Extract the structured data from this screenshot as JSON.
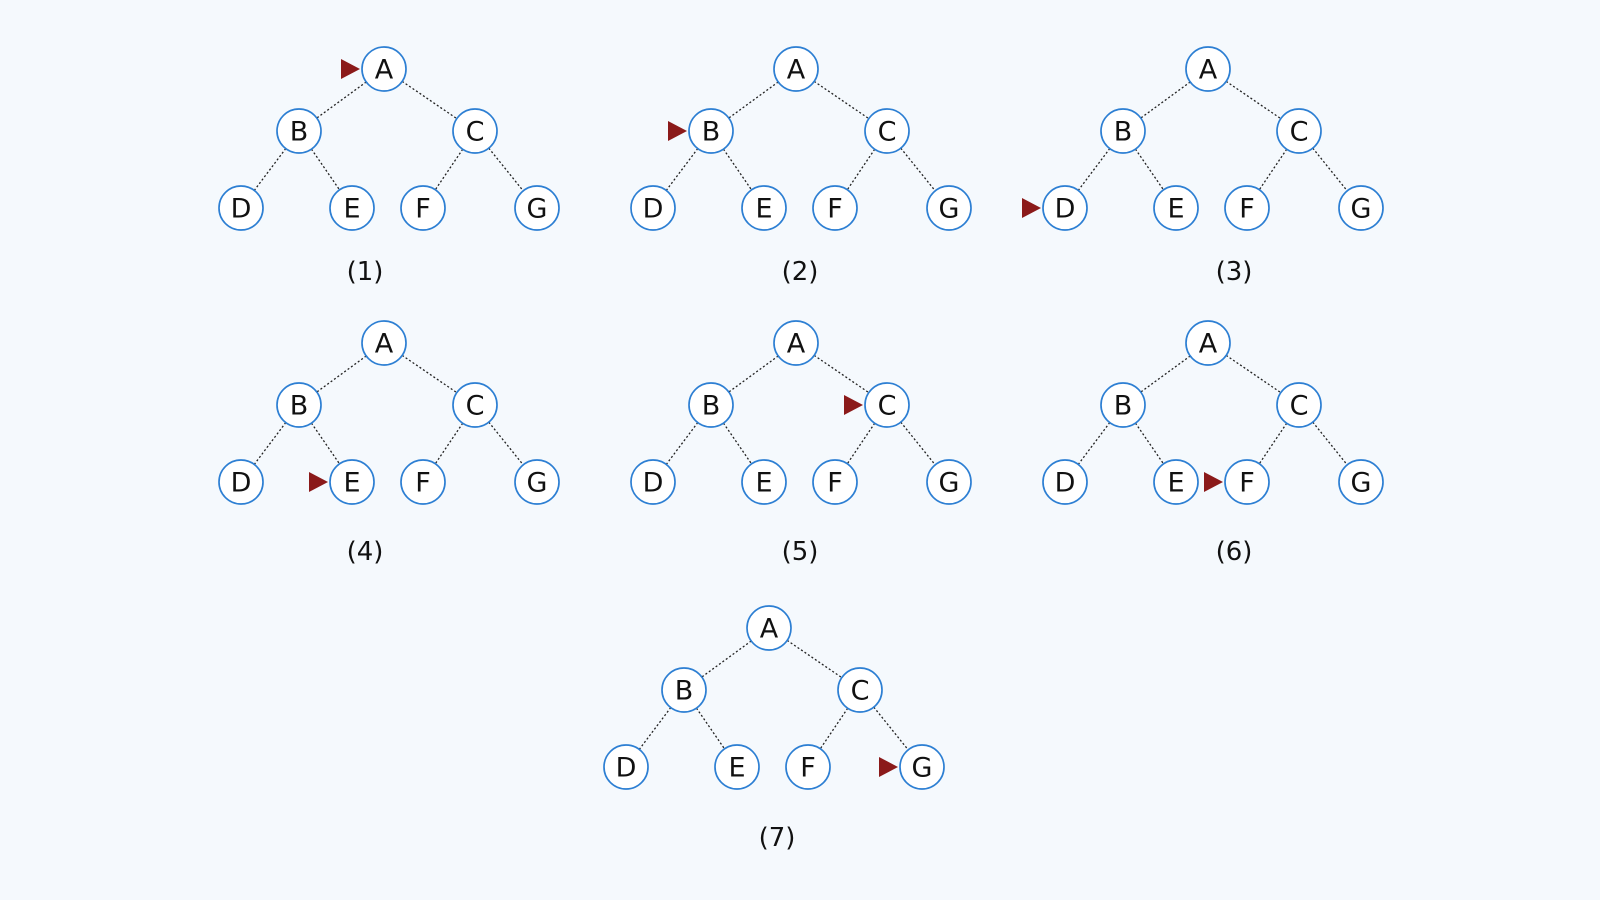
{
  "colors": {
    "background": "#f5f9fd",
    "node_stroke": "#2d7fd3",
    "pointer": "#8b1a1a",
    "edge": "#222222"
  },
  "panels": [
    {
      "caption": "(1)",
      "pointer": "A",
      "nodes": [
        "A",
        "B",
        "C",
        "D",
        "E",
        "F",
        "G"
      ]
    },
    {
      "caption": "(2)",
      "pointer": "B",
      "nodes": [
        "A",
        "B",
        "C",
        "D",
        "E",
        "F",
        "G"
      ]
    },
    {
      "caption": "(3)",
      "pointer": "D",
      "nodes": [
        "A",
        "B",
        "C",
        "D",
        "E",
        "F",
        "G"
      ]
    },
    {
      "caption": "(4)",
      "pointer": "E",
      "nodes": [
        "A",
        "B",
        "C",
        "D",
        "E",
        "F",
        "G"
      ]
    },
    {
      "caption": "(5)",
      "pointer": "C",
      "nodes": [
        "A",
        "B",
        "C",
        "D",
        "E",
        "F",
        "G"
      ]
    },
    {
      "caption": "(6)",
      "pointer": "F",
      "nodes": [
        "A",
        "B",
        "C",
        "D",
        "E",
        "F",
        "G"
      ]
    },
    {
      "caption": "(7)",
      "pointer": "G",
      "nodes": [
        "A",
        "B",
        "C",
        "D",
        "E",
        "F",
        "G"
      ]
    }
  ],
  "edges": [
    [
      "A",
      "B"
    ],
    [
      "A",
      "C"
    ],
    [
      "B",
      "D"
    ],
    [
      "B",
      "E"
    ],
    [
      "C",
      "F"
    ],
    [
      "C",
      "G"
    ]
  ]
}
